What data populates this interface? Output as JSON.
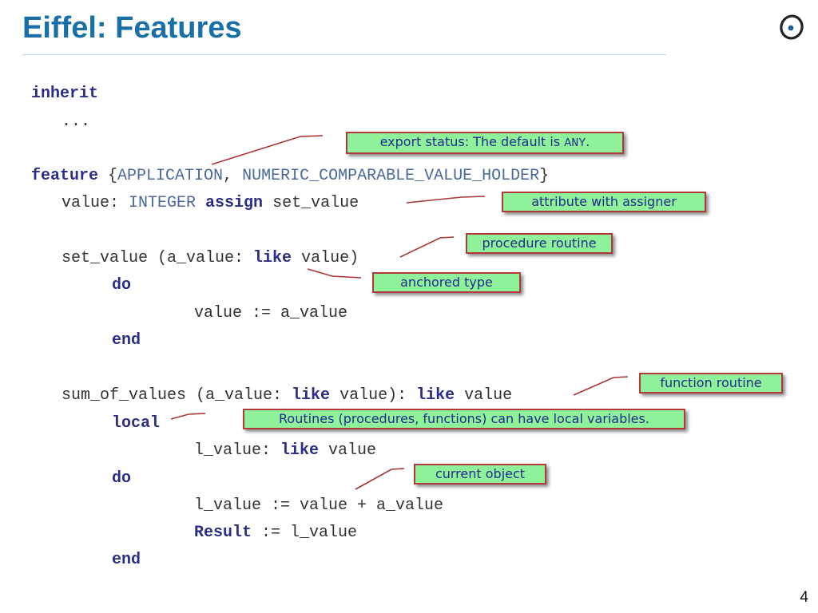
{
  "slide": {
    "title": "Eiffel: Features",
    "page_number": "4",
    "logo_icon": "eiffel-logo-icon"
  },
  "code": {
    "inherit_kw": "inherit",
    "ellipsis": "...",
    "feature_kw": "feature",
    "feature_open": " {",
    "client_application": "APPLICATION",
    "client_sep": ", ",
    "client_holder": "NUMERIC_COMPARABLE_VALUE_HOLDER",
    "feature_close": "}",
    "value_decl": "value: ",
    "integer_type": "INTEGER",
    "assign_kw": "assign",
    "assigner_name": " set_value",
    "set_value_sig": "set_value (a_value: ",
    "like_kw": "like",
    "set_value_sig_end": " value)",
    "do_kw": "do",
    "assignment_stmt": "value := a_value",
    "end_kw": "end",
    "sum_sig": "sum_of_values (a_value: ",
    "sum_sig_mid": " value): ",
    "sum_sig_end": " value",
    "local_kw": "local",
    "local_decl": "l_value: ",
    "local_decl_end": " value",
    "sum_stmt": "l_value := value + a_value",
    "result_kw": "Result",
    "result_stmt": " := l_value"
  },
  "callouts": {
    "export_status": "export status: The default is ",
    "export_status_any": "ANY",
    "export_status_dot": ".",
    "attribute_assigner": "attribute with assigner",
    "procedure_routine": "procedure routine",
    "anchored_type": "anchored type",
    "function_routine": "function routine",
    "local_variables": "Routines (procedures, functions) can have local variables.",
    "current_object": "current object"
  },
  "colors": {
    "title": "#1a6fa8",
    "keyword": "#2b2e86",
    "type": "#4a6899",
    "callout_fill": "#8ff29a",
    "callout_border": "#b2393a",
    "leader_line": "#a83436"
  }
}
